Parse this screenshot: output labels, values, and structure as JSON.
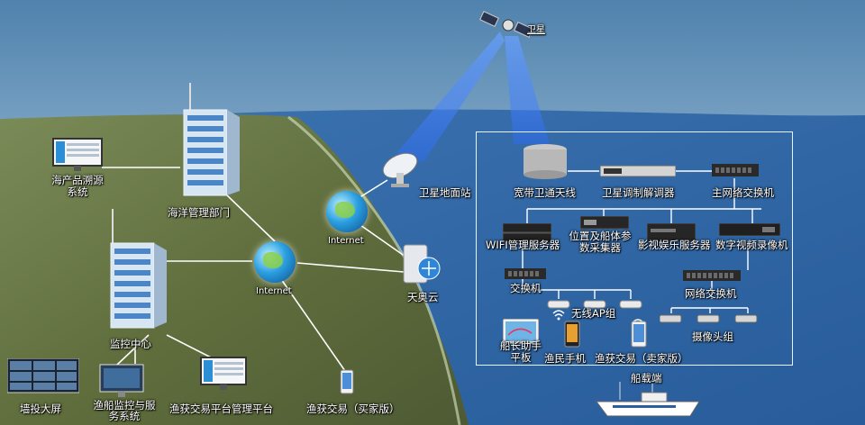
{
  "labels": {
    "satellite": "卫星",
    "ground_station": "卫星地面站",
    "seafood_trace": "海产品溯源系统",
    "ocean_dept": "海洋管理部门",
    "internet_top": "Internet",
    "internet_mid": "Internet",
    "cloud": "天奥云",
    "monitor_center": "监控中心",
    "wall_screen": "墙投大屏",
    "fishing_monitor": "渔船监控与服务系统",
    "trade_platform": "渔获交易平台管理平台",
    "trade_buyer": "渔获交易（买家版）",
    "wideband_antenna": "宽带卫通天线",
    "modem": "卫星调制解调器",
    "main_switch": "主网络交换机",
    "wifi_server": "WIFI管理服务器",
    "position_collector": "位置及船体参数采集器",
    "media_server": "影视娱乐服务器",
    "dvr": "数字视频录像机",
    "switch": "交换机",
    "net_switch": "网络交换机",
    "ap_group": "无线AP组",
    "camera_group": "摄像头组",
    "captain_tablet": "船长助手平板",
    "fisher_phone": "渔民手机",
    "trade_seller": "渔获交易（卖家版）",
    "ship_side": "船载端"
  },
  "colors": {
    "sea": "#3d77b5",
    "land": "#6d7a45",
    "beam": "#4f8cff"
  }
}
